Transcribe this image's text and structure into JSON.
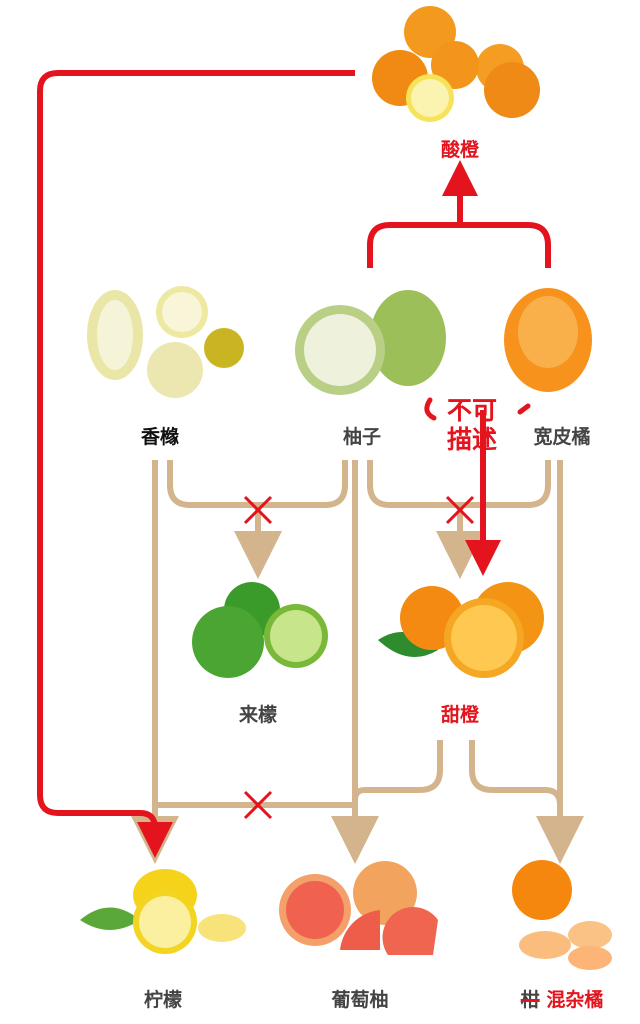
{
  "nodes": {
    "sour_orange": "酸橙",
    "citron": "香橼",
    "pomelo": "柚子",
    "mandarin": "宽皮橘",
    "lime": "来檬",
    "sweet_orange": "甜橙",
    "lemon": "柠檬",
    "grapefruit": "葡萄柚",
    "hybrid_struck": "柑",
    "hybrid": "混杂橘"
  },
  "annotation": {
    "line1": "不可",
    "line2": "描述"
  },
  "colors": {
    "red": "#e3141d",
    "tan": "#d3b48c"
  }
}
